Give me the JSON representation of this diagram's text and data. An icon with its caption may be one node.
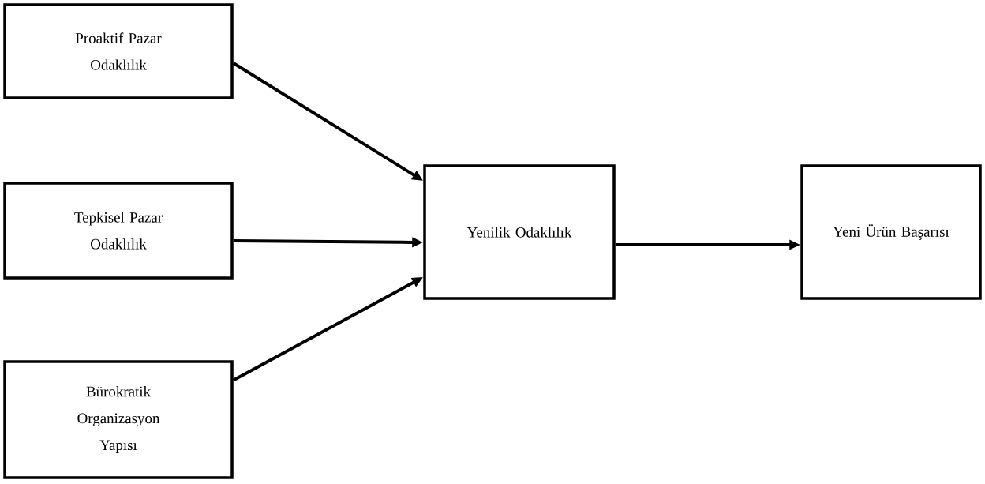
{
  "diagram": {
    "nodes": [
      {
        "text": [
          "Proaktif Pazar Odaklılık"
        ]
      },
      {
        "text": [
          "Tepkisel Pazar Odaklılık"
        ]
      },
      {
        "text": [
          "Bürokratik Organizasyon Yapısı"
        ]
      },
      {
        "text": [
          "Yenilik Odaklılık"
        ]
      },
      {
        "text": [
          "Yeni Ürün Başarısı"
        ]
      }
    ],
    "edges": [
      {
        "from": 0,
        "to": 3,
        "arrow": "to"
      },
      {
        "from": 1,
        "to": 3,
        "arrow": "to"
      },
      {
        "from": 2,
        "to": 3,
        "arrow": "to"
      },
      {
        "from": 3,
        "to": 4,
        "arrow": "to"
      }
    ]
  }
}
